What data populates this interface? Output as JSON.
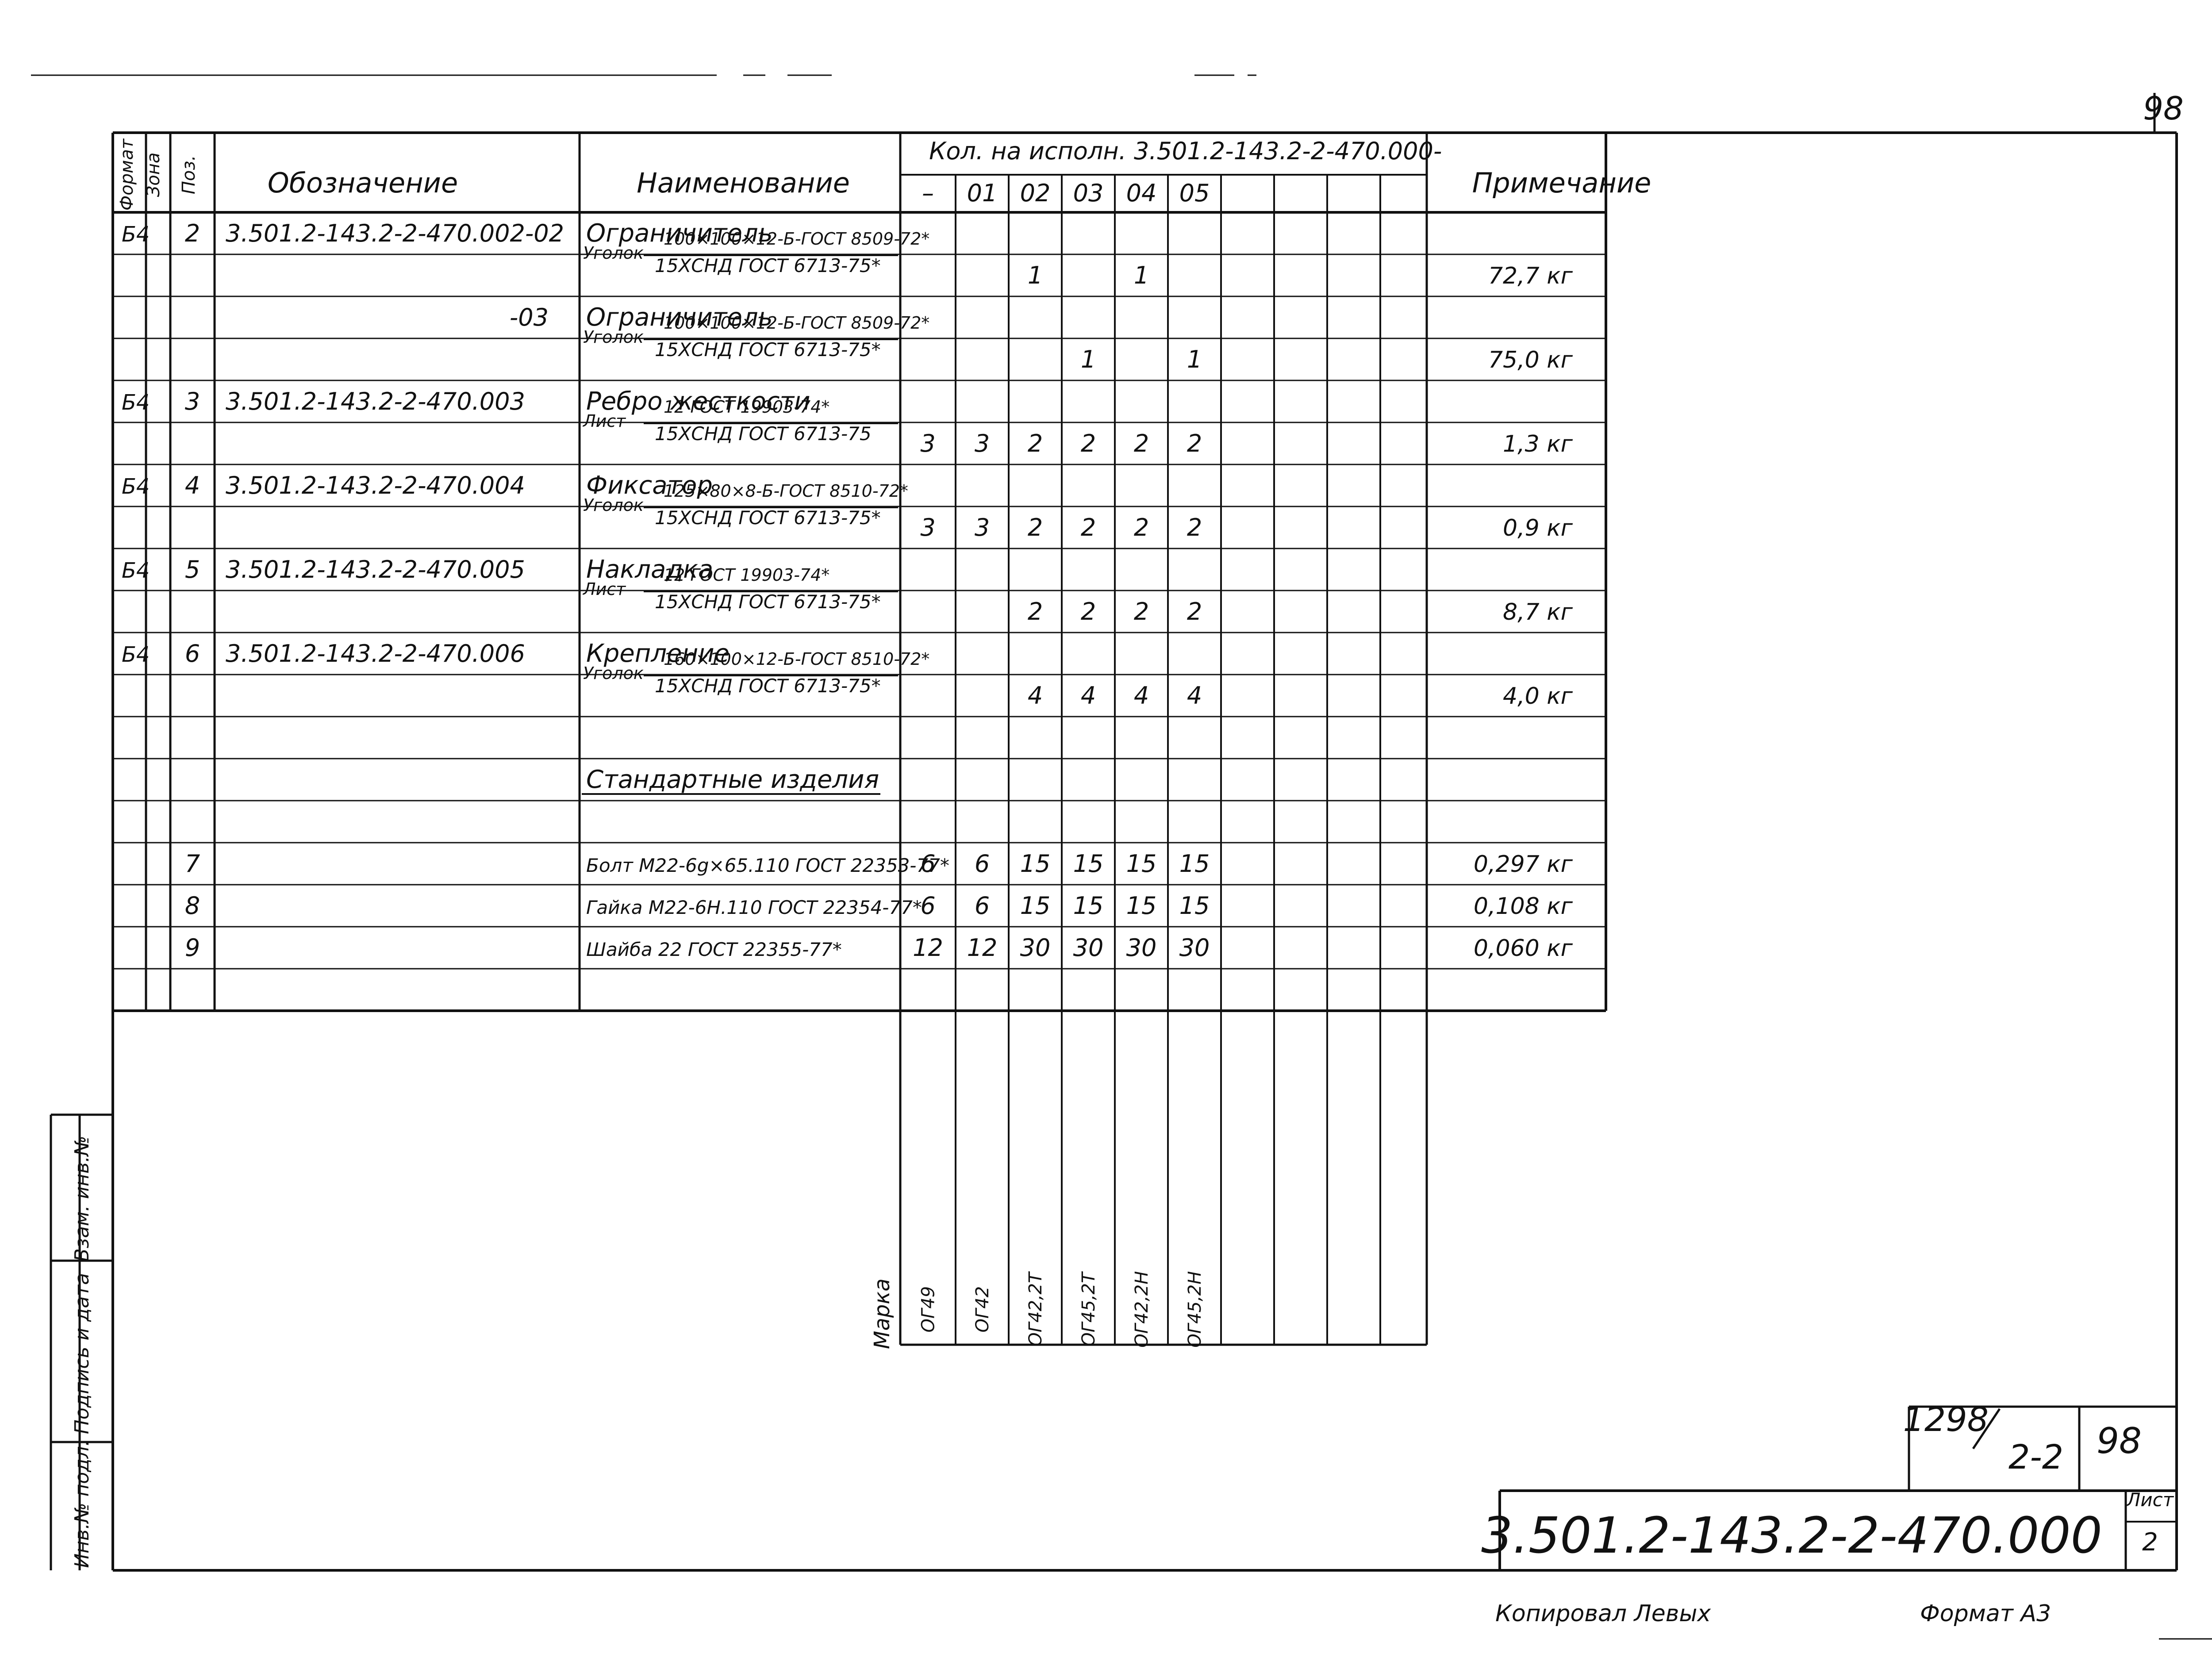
{
  "sheet_number_corner": "98",
  "header": {
    "format": "Формат",
    "zone": "Зона",
    "pos": "Поз.",
    "designation": "Обозначение",
    "name": "Наименование",
    "qty_group": "Кол. на исполн. 3.501.2-143.2-2-470.000-",
    "variants": [
      "–",
      "01",
      "02",
      "03",
      "04",
      "05"
    ],
    "note": "Примечание"
  },
  "rows": [
    {
      "fmt": "Б4",
      "pos": "2",
      "desig": "3.501.2-143.2-2-470.002-02",
      "name": "Ограничитель",
      "qty": [
        "",
        "",
        "",
        "",
        "",
        ""
      ],
      "note": ""
    },
    {
      "name_prefix": "Уголок",
      "frac_top": "100×100×12-Б-ГОСТ 8509-72*",
      "frac_bot": "15ХСНД ГОСТ 6713-75*",
      "qty": [
        "",
        "",
        "1",
        "",
        "1",
        ""
      ],
      "note": "72,7 кг"
    },
    {
      "desig": "-03",
      "name": "Ограничитель",
      "qty": [
        "",
        "",
        "",
        "",
        "",
        ""
      ],
      "note": ""
    },
    {
      "name_prefix": "Уголок",
      "frac_top": "100×100×12-Б-ГОСТ 8509-72*",
      "frac_bot": "15ХСНД ГОСТ 6713-75*",
      "qty": [
        "",
        "",
        "",
        "1",
        "",
        "1"
      ],
      "note": "75,0 кг"
    },
    {
      "fmt": "Б4",
      "pos": "3",
      "desig": "3.501.2-143.2-2-470.003",
      "name": "Ребро жесткости",
      "qty": [
        "",
        "",
        "",
        "",
        "",
        ""
      ],
      "note": ""
    },
    {
      "name_prefix": "Лист",
      "frac_top": "12 ГОСТ 19903-74*",
      "frac_bot": "15ХСНД ГОСТ 6713-75",
      "qty": [
        "3",
        "3",
        "2",
        "2",
        "2",
        "2"
      ],
      "note": "1,3 кг"
    },
    {
      "fmt": "Б4",
      "pos": "4",
      "desig": "3.501.2-143.2-2-470.004",
      "name": "Фиксатор",
      "qty": [
        "",
        "",
        "",
        "",
        "",
        ""
      ],
      "note": ""
    },
    {
      "name_prefix": "Уголок",
      "frac_top": "125×80×8-Б-ГОСТ 8510-72*",
      "frac_bot": "15ХСНД ГОСТ 6713-75*",
      "qty": [
        "3",
        "3",
        "2",
        "2",
        "2",
        "2"
      ],
      "note": "0,9 кг"
    },
    {
      "fmt": "Б4",
      "pos": "5",
      "desig": "3.501.2-143.2-2-470.005",
      "name": "Накладка",
      "qty": [
        "",
        "",
        "",
        "",
        "",
        ""
      ],
      "note": ""
    },
    {
      "name_prefix": "Лист",
      "frac_top": "12 ГОСТ 19903-74*",
      "frac_bot": "15ХСНД ГОСТ 6713-75*",
      "qty": [
        "",
        "",
        "2",
        "2",
        "2",
        "2"
      ],
      "note": "8,7 кг"
    },
    {
      "fmt": "Б4",
      "pos": "6",
      "desig": "3.501.2-143.2-2-470.006",
      "name": "Крепление",
      "qty": [
        "",
        "",
        "",
        "",
        "",
        ""
      ],
      "note": ""
    },
    {
      "name_prefix": "Уголок",
      "frac_top": "160×100×12-Б-ГОСТ 8510-72*",
      "frac_bot": "15ХСНД ГОСТ 6713-75*",
      "qty": [
        "",
        "",
        "4",
        "4",
        "4",
        "4"
      ],
      "note": "4,0 кг"
    },
    {
      "name": "",
      "qty": [
        "",
        "",
        "",
        "",
        "",
        ""
      ],
      "note": ""
    },
    {
      "section": "Стандартные изделия",
      "qty": [
        "",
        "",
        "",
        "",
        "",
        ""
      ],
      "note": ""
    },
    {
      "name": "",
      "qty": [
        "",
        "",
        "",
        "",
        "",
        ""
      ],
      "note": ""
    },
    {
      "pos": "7",
      "name": "Болт М22-6g×65.110 ГОСТ 22353-77*",
      "qty": [
        "6",
        "6",
        "15",
        "15",
        "15",
        "15"
      ],
      "note": "0,297 кг"
    },
    {
      "pos": "8",
      "name": "Гайка М22-6Н.110 ГОСТ 22354-77*",
      "qty": [
        "6",
        "6",
        "15",
        "15",
        "15",
        "15"
      ],
      "note": "0,108 кг"
    },
    {
      "pos": "9",
      "name": "Шайба 22 ГОСТ 22355-77*",
      "qty": [
        "12",
        "12",
        "30",
        "30",
        "30",
        "30"
      ],
      "note": "0,060 кг"
    },
    {
      "name": "",
      "qty": [
        "",
        "",
        "",
        "",
        "",
        ""
      ],
      "note": ""
    }
  ],
  "marks": {
    "label": "Марка",
    "values": [
      "ОГ49",
      "ОГ42",
      "ОГ42,2Т",
      "ОГ45,2Т",
      "ОГ42,2Н",
      "ОГ45,2Н"
    ]
  },
  "side_labels": {
    "inv_podl": "Инв.№ подл.",
    "podpis": "Подпись и дата",
    "vzam": "Взам. инв.№"
  },
  "stamp": {
    "doc_code": "3.501.2-143.2-2-470.000",
    "list_label": "Лист",
    "list_value": "2",
    "album_top": "1298",
    "album_bottom": "2-2",
    "page": "98"
  },
  "footer": {
    "copied": "Копировал Левых",
    "format": "Формат А3"
  }
}
